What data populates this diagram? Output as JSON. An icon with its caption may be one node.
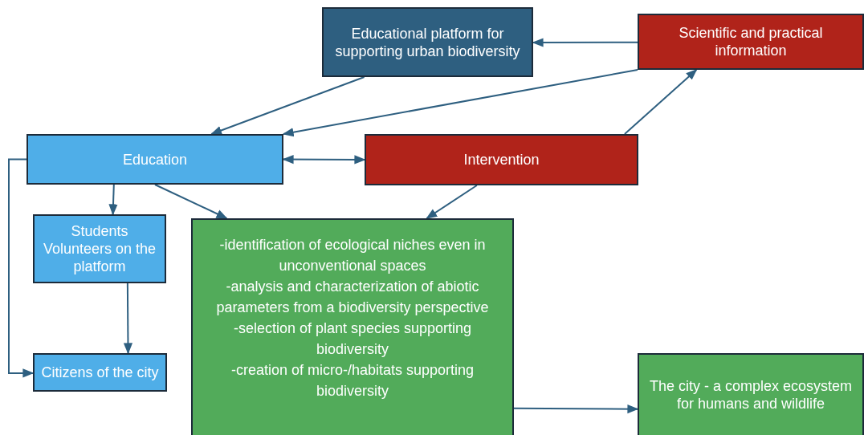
{
  "diagram": {
    "nodes": [
      {
        "text": [
          "Educational platform for supporting urban biodiversity"
        ]
      },
      {
        "text": [
          "Scientific and practical information"
        ]
      },
      {
        "text": [
          "Education"
        ]
      },
      {
        "text": [
          "Intervention"
        ]
      },
      {
        "text": [
          "Students Volunteers on the platform"
        ]
      },
      {
        "text": [
          "Citizens of the city"
        ]
      },
      {
        "text": [
          "-identification of ecological niches even in unconventional spaces",
          "-analysis and characterization of abiotic parameters from a biodiversity perspective",
          "-selection of plant species supporting biodiversity",
          "-creation of micro-/habitats supporting biodiversity"
        ]
      },
      {
        "text": [
          "The city - a complex ecosystem for humans and wildlife"
        ]
      }
    ],
    "edges": [
      {
        "from": 1,
        "to": 0,
        "arrow": "to"
      },
      {
        "from": 0,
        "to": 2,
        "arrow": "to"
      },
      {
        "from": 1,
        "to": 2,
        "arrow": "to"
      },
      {
        "from": 2,
        "to": 3,
        "arrow": "both"
      },
      {
        "from": 3,
        "to": 1,
        "arrow": "to"
      },
      {
        "from": 2,
        "to": 4,
        "arrow": "to"
      },
      {
        "from": 2,
        "to": 6,
        "arrow": "to"
      },
      {
        "from": 3,
        "to": 6,
        "arrow": "to"
      },
      {
        "from": 4,
        "to": 5,
        "arrow": "to"
      },
      {
        "from": 2,
        "to": 5,
        "arrow": "to"
      },
      {
        "from": 6,
        "to": 7,
        "arrow": "to"
      }
    ]
  }
}
